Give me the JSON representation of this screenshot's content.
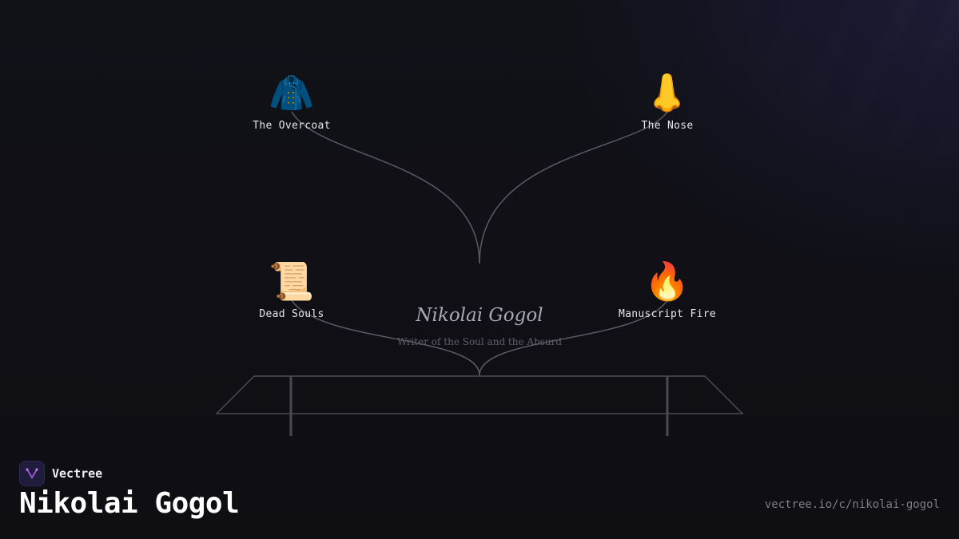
{
  "diagram": {
    "center": {
      "title": "Nikolai Gogol",
      "subtitle": "Writer of the Soul and the Absurd"
    },
    "nodes": [
      {
        "id": "overcoat",
        "label": "The Overcoat",
        "icon": "coat-icon",
        "emoji": "🧥"
      },
      {
        "id": "nose",
        "label": "The Nose",
        "icon": "nose-icon",
        "emoji": "👃"
      },
      {
        "id": "dead-souls",
        "label": "Dead Souls",
        "icon": "scroll-icon",
        "emoji": "📜"
      },
      {
        "id": "manuscript-fire",
        "label": "Manuscript Fire",
        "icon": "fire-icon",
        "emoji": "🔥"
      }
    ],
    "colors": {
      "connector": "#5a5a62",
      "table": "#4a4a52"
    }
  },
  "footer": {
    "brand": "Vectree",
    "title": "Nikolai Gogol",
    "url": "vectree.io/c/nikolai-gogol"
  }
}
